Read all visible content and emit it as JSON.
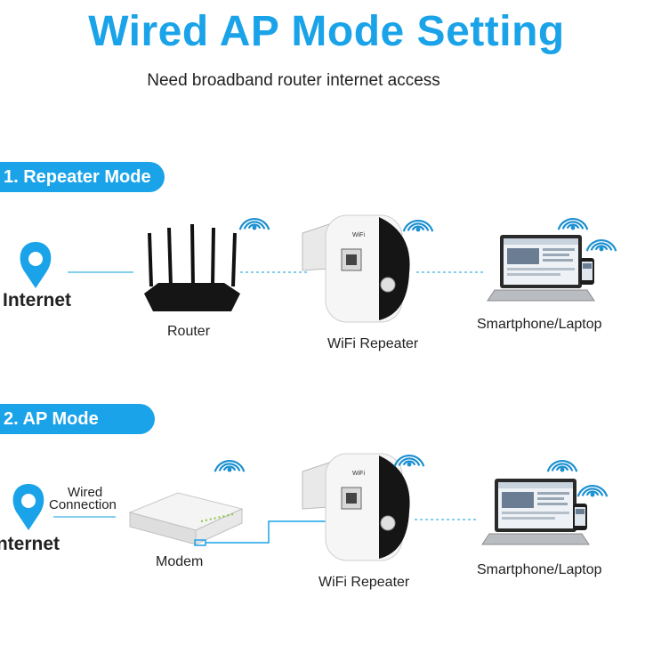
{
  "title": "Wired AP Mode Setting",
  "subtitle": "Need broadband router internet access",
  "accent_color": "#1aa3e8",
  "sections": [
    {
      "heading": "1. Repeater Mode",
      "internet_label": "Internet",
      "router_label": "Router",
      "repeater_label": "WiFi Repeater",
      "client_label": "Smartphone/Laptop"
    },
    {
      "heading": "2. AP Mode",
      "internet_label": "Internet",
      "connection_label_1": "Wired",
      "connection_label_2": "Connection",
      "modem_label": "Modem",
      "repeater_label": "WiFi Repeater",
      "client_label": "Smartphone/Laptop"
    }
  ],
  "icons": [
    "location-pin-icon",
    "wifi-signal-icon",
    "router-icon",
    "modem-icon",
    "wifi-repeater-icon",
    "laptop-icon",
    "smartphone-icon"
  ]
}
